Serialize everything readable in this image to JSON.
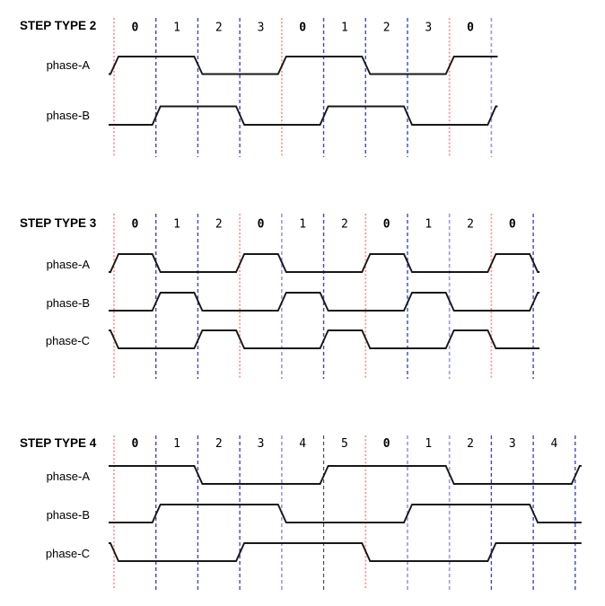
{
  "colors": {
    "background": "#ffffff",
    "text": "#000000",
    "waveform": "#181818",
    "red": "#ff8f8f",
    "blue": "#4343cf",
    "lightblue": "#9d9de4",
    "dark": "#4d4d4d"
  },
  "sections": [
    {
      "title": "STEP TYPE 2",
      "step_labels": [
        "0",
        "1",
        "2",
        "3",
        "0",
        "1",
        "2",
        "3",
        "0"
      ],
      "boundary_line_colors": [
        "red",
        "blue",
        "blue",
        "blue",
        "red",
        "blue",
        "blue",
        "blue",
        "red",
        "lightblue"
      ],
      "phases": [
        {
          "label": "phase-A",
          "levels_per_step": [
            1,
            1,
            0,
            0,
            1,
            1,
            0,
            0,
            1
          ],
          "level_before": 0,
          "level_after": 1
        },
        {
          "label": "phase-B",
          "levels_per_step": [
            0,
            1,
            1,
            0,
            0,
            1,
            1,
            0,
            0
          ],
          "level_before": 0,
          "level_after": 1
        }
      ]
    },
    {
      "title": "STEP TYPE 3",
      "step_labels": [
        "0",
        "1",
        "2",
        "0",
        "1",
        "2",
        "0",
        "1",
        "2",
        "0"
      ],
      "boundary_line_colors": [
        "red",
        "blue",
        "blue",
        "red",
        "lightblue",
        "blue",
        "red",
        "blue",
        "lightblue",
        "red",
        "blue"
      ],
      "phases": [
        {
          "label": "phase-A",
          "levels_per_step": [
            1,
            0,
            0,
            1,
            0,
            0,
            1,
            0,
            0,
            1
          ],
          "level_before": 0,
          "level_after": 0
        },
        {
          "label": "phase-B",
          "levels_per_step": [
            0,
            1,
            0,
            0,
            1,
            0,
            0,
            1,
            0,
            0
          ],
          "level_before": 0,
          "level_after": 1
        },
        {
          "label": "phase-C",
          "levels_per_step": [
            0,
            0,
            1,
            0,
            0,
            1,
            0,
            0,
            1,
            0
          ],
          "level_before": 1,
          "level_after": 0
        }
      ]
    },
    {
      "title": "STEP TYPE 4",
      "step_labels": [
        "0",
        "1",
        "2",
        "3",
        "4",
        "5",
        "0",
        "1",
        "2",
        "3",
        "4"
      ],
      "boundary_line_colors": [
        "red",
        "blue",
        "blue",
        "blue",
        "lightblue",
        "dark",
        "red",
        "lightblue",
        "lightblue",
        "blue",
        "blue",
        "blue"
      ],
      "phases": [
        {
          "label": "phase-A",
          "levels_per_step": [
            1,
            1,
            0,
            0,
            0,
            1,
            1,
            1,
            0,
            0,
            0
          ],
          "level_before": 1,
          "level_after": 1
        },
        {
          "label": "phase-B",
          "levels_per_step": [
            0,
            1,
            1,
            1,
            0,
            0,
            0,
            1,
            1,
            1,
            0
          ],
          "level_before": 0,
          "level_after": 0
        },
        {
          "label": "phase-C",
          "levels_per_step": [
            0,
            0,
            0,
            1,
            1,
            1,
            0,
            0,
            0,
            1,
            1
          ],
          "level_before": 1,
          "level_after": 1
        }
      ]
    }
  ]
}
